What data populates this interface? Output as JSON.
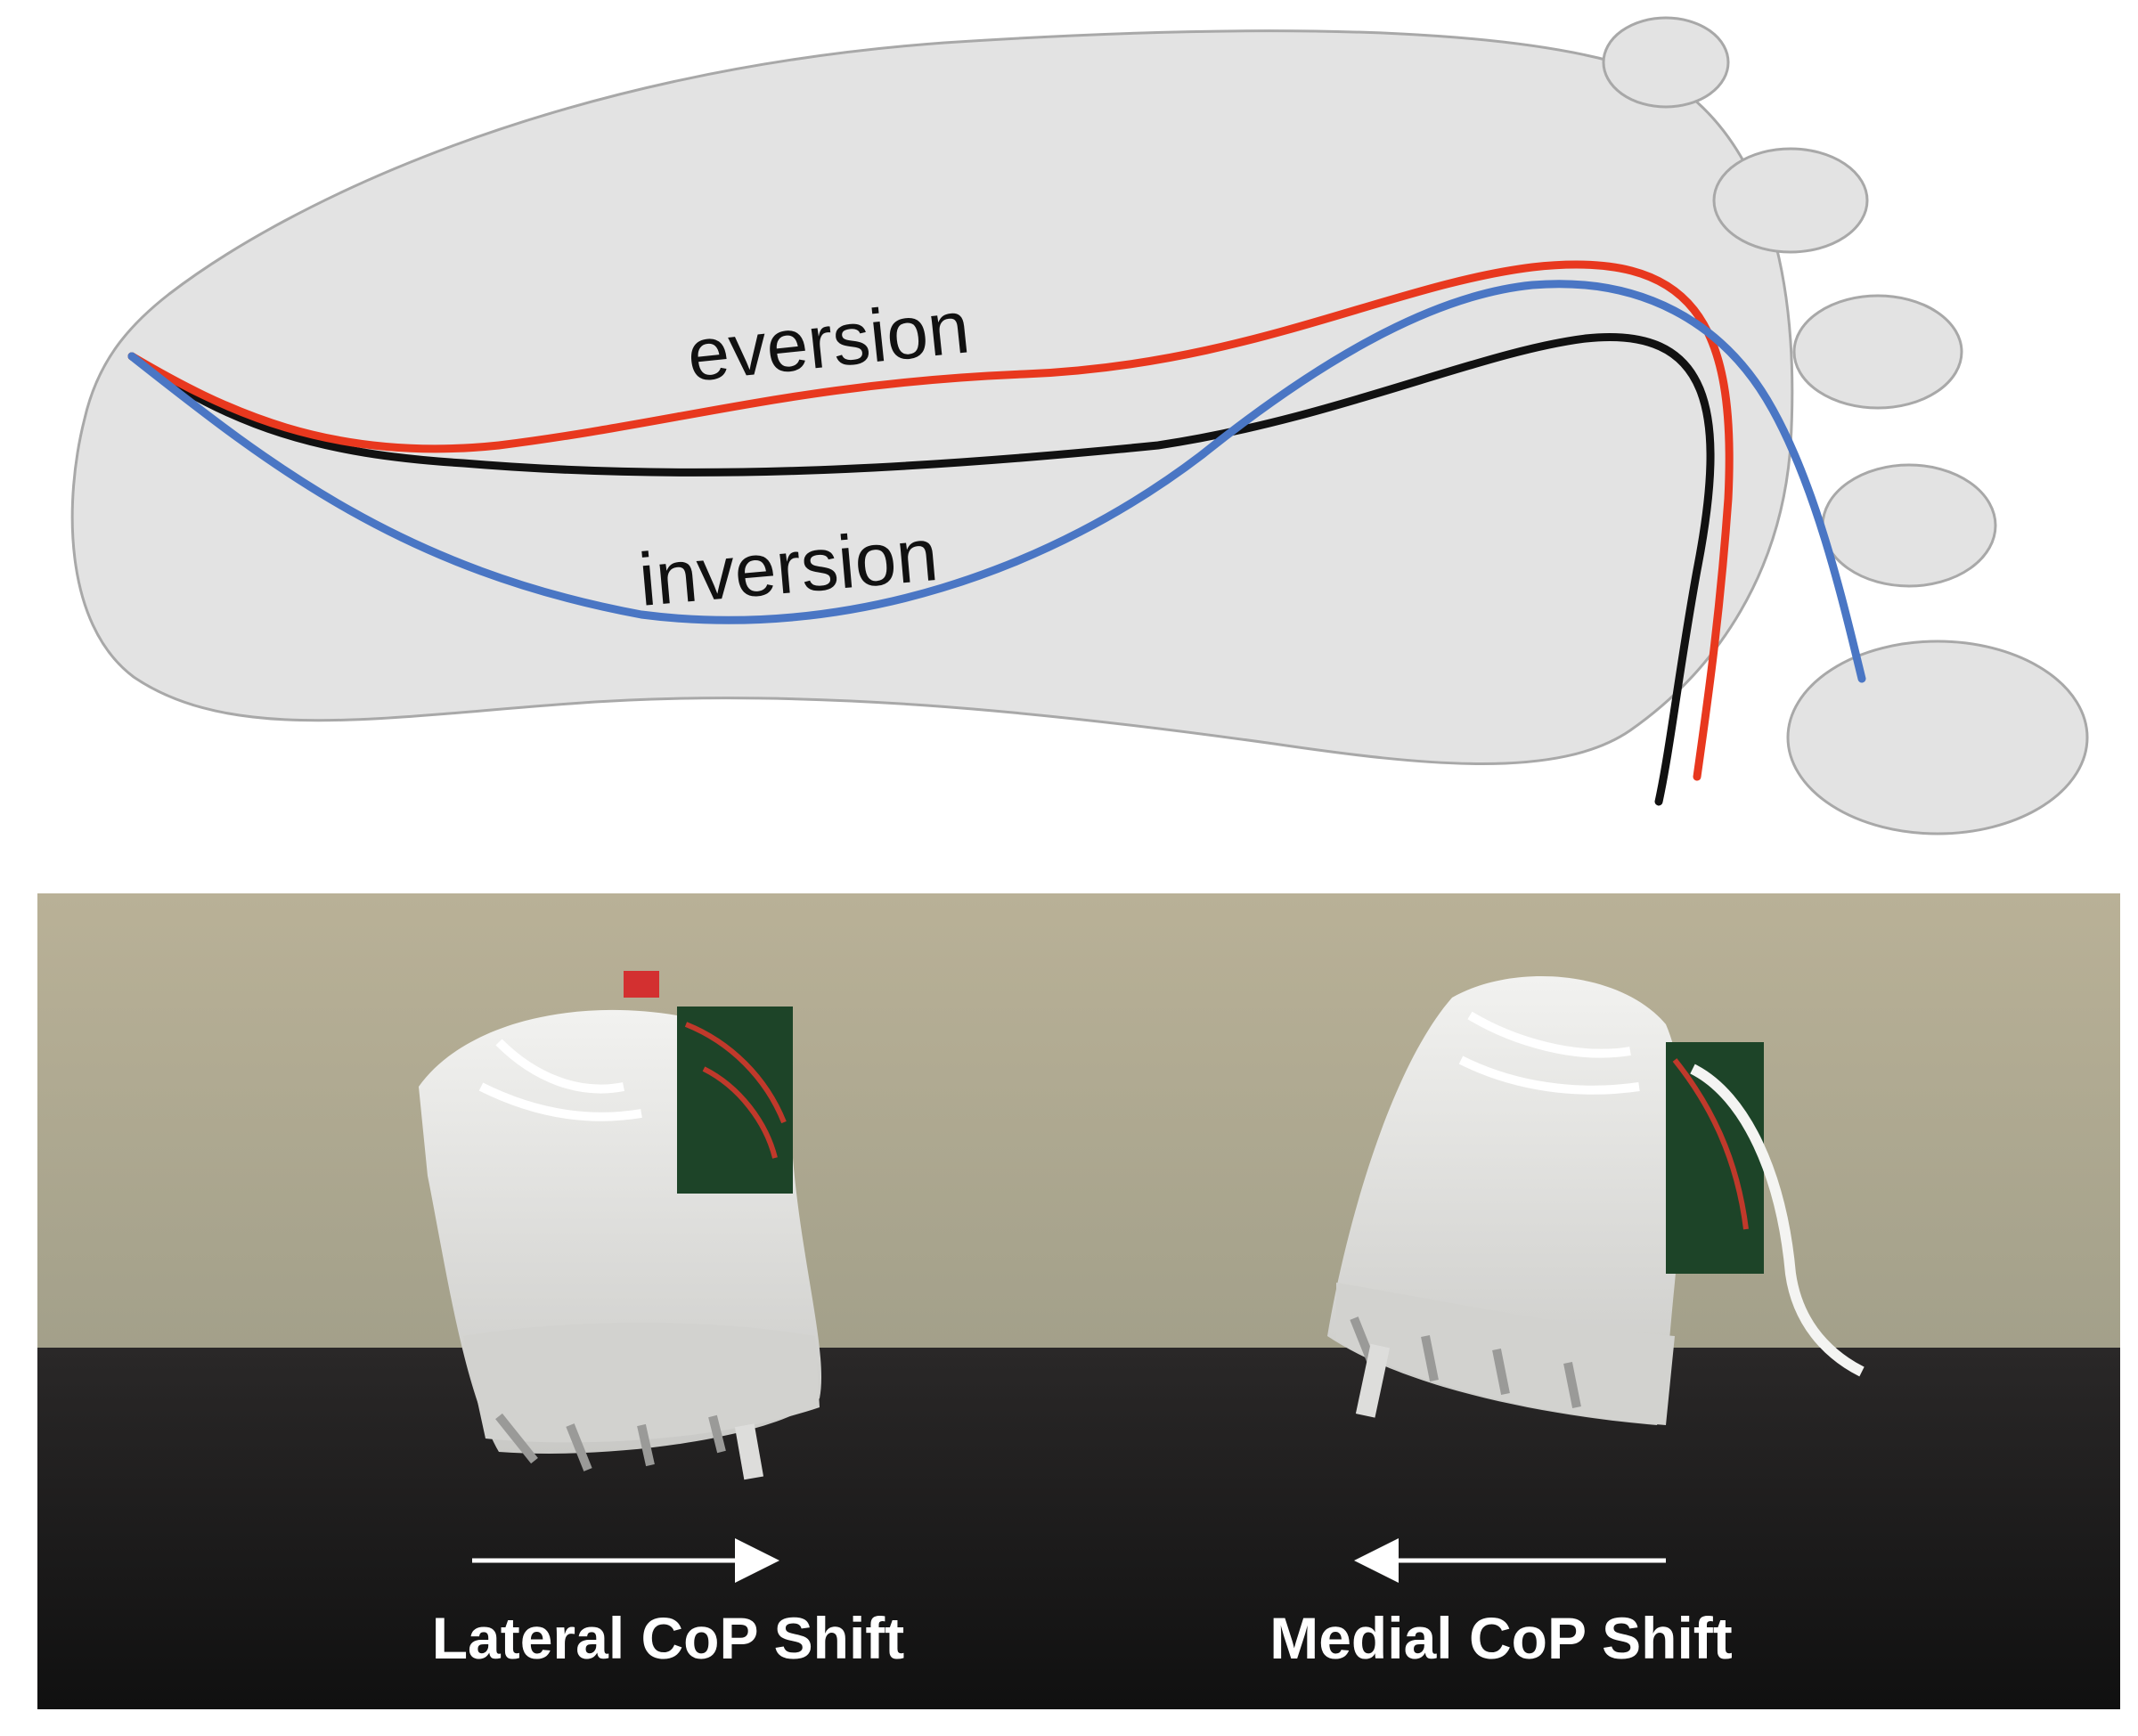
{
  "diagram": {
    "labels": {
      "eversion": "eversion",
      "inversion": "inversion"
    },
    "curves": [
      {
        "id": "eversion",
        "color": "#e8381e"
      },
      {
        "id": "neutral",
        "color": "#111111"
      },
      {
        "id": "inversion",
        "color": "#4a76c4"
      }
    ],
    "foot_fill": "#e3e3e3",
    "foot_stroke": "#a8a8a8"
  },
  "photos": {
    "left_caption": "Lateral CoP Shift",
    "right_caption": "Medial CoP Shift",
    "left_arrow_direction": "right",
    "right_arrow_direction": "left"
  }
}
